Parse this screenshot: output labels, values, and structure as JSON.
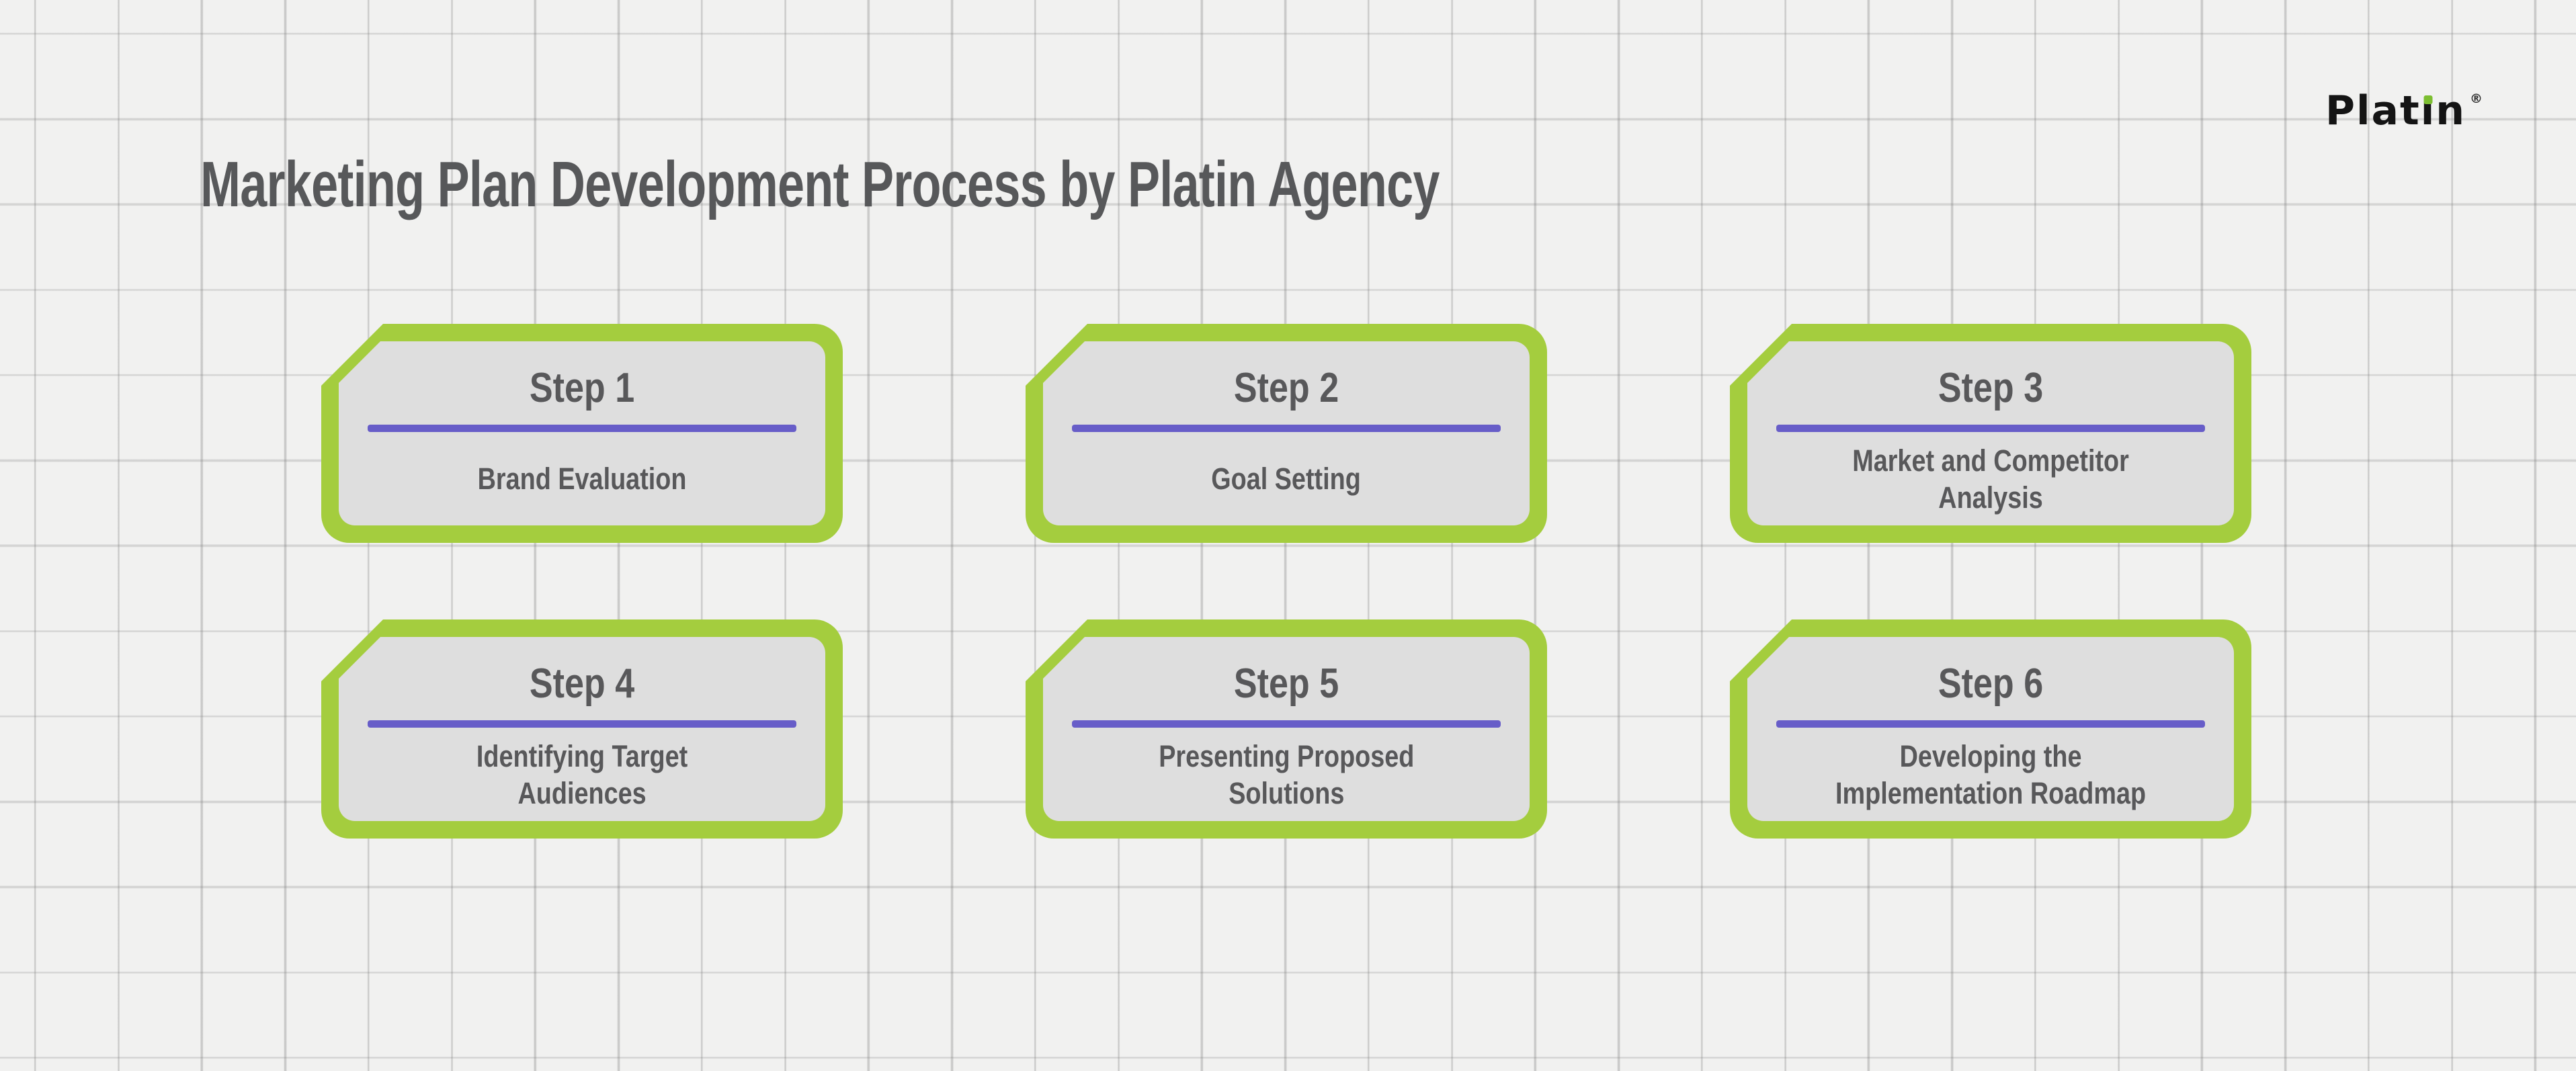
{
  "page": {
    "background_color": "#f1f1f0",
    "grid_line_color": "#c9c9c9"
  },
  "header": {
    "title": "Marketing Plan Development Process by Platin Agency",
    "title_color": "#57585a"
  },
  "logo": {
    "text": "Platin",
    "wordmark": {
      "pre": "Plat",
      "i_dotless": "ı",
      "post": "n"
    },
    "registered_mark": "®",
    "text_color": "#141414",
    "dot_color": "#7cbe31"
  },
  "colors": {
    "card_border_green": "#a4cd3e",
    "card_fill_gray": "#dedede",
    "divider_purple": "#675dc8",
    "step_text_gray": "#58585a"
  },
  "steps": [
    {
      "label": "Step 1",
      "title": "Brand Evaluation"
    },
    {
      "label": "Step 2",
      "title": "Goal Setting"
    },
    {
      "label": "Step 3",
      "title": "Market and Competitor\nAnalysis"
    },
    {
      "label": "Step 4",
      "title": "Identifying Target\nAudiences"
    },
    {
      "label": "Step 5",
      "title": "Presenting Proposed\nSolutions"
    },
    {
      "label": "Step 6",
      "title": "Developing the\nImplementation Roadmap"
    }
  ]
}
